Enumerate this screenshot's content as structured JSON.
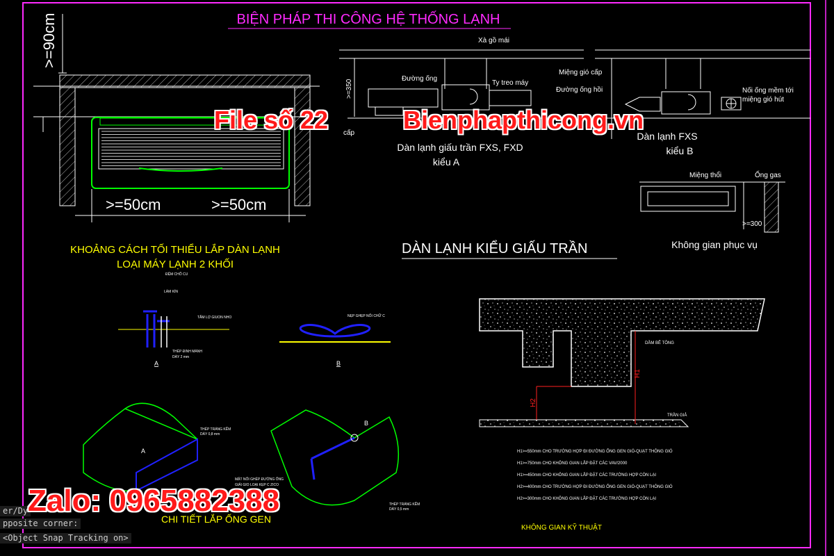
{
  "drawing": {
    "title": "BIỆN PHÁP THI CÔNG HỆ THỐNG LẠNH",
    "wall_unit": {
      "dim_top": ">=90cm",
      "dim_left": ">=50cm",
      "dim_right": ">=50cm",
      "caption_line1": "KHOẢNG CÁCH TỐI THIỂU LẮP DÀN LẠNH",
      "caption_line2": "LOẠI MÁY LẠNH 2 KHỐI"
    },
    "ducted_a": {
      "label_beam": "Xà gồ mái",
      "label_pipe": "Đường ống",
      "label_hanger": "Ty treo máy",
      "label_return": "Đường ống hồi",
      "dim_350": ">=350",
      "label_supply": "cấp",
      "caption_line1": "Dàn lạnh giấu trần FXS, FXD",
      "caption_line2": "kiểu A"
    },
    "ducted_b": {
      "label_supply_grille": "Miệng gió cấp",
      "label_flex": "Nối ống mềm tới",
      "label_flex2": "miệng gió hút",
      "caption_line1": "Dàn lạnh FXS",
      "caption_line2": "kiểu B"
    },
    "service": {
      "label_outlet": "Miệng thổi",
      "label_gas": "Ống gas",
      "dim_300": ">=300",
      "caption": "Không gian phục vụ"
    },
    "section_title": "DÀN LẠNH KIỂU GIẤU TRẦN",
    "duct_seam": {
      "label_top": "ĐỆM CHỐ CU",
      "label_pin": "LÀM KÍN",
      "label_flange": "TẤM LỢ GIUON NHO",
      "label_steel": "THÉP ĐINH MÀNH",
      "label_steel2": "DÀY 2 mm",
      "mark_a": "A",
      "mark_b": "B",
      "label_seam": "NẸP GHẸP NỐI CHỮ C"
    },
    "duct_iso": {
      "label_plate1": "THÉP TRÁNG KẼM",
      "label_plate1b": "DÀY 0,8 mm",
      "mark_a": "A",
      "mark_b": "B",
      "label_note1": "MẶT NỐI GHÉP ĐƯỜNG ỐNG",
      "label_note2": "GIẢI GIO LOẠI KẸP C ZICO",
      "label_plate2": "THÉP TRÁNG KẼM",
      "label_plate2b": "DÀY 0,5 mm",
      "caption": "CHI TIẾT LẮP ỐNG GEN"
    },
    "ceiling": {
      "label_beam": "DẦM BÊ TÔNG",
      "label_h1": "H1",
      "label_h2": "H2",
      "label_false_ceiling": "TRẦN GIẢ",
      "notes": [
        "H1>=550mm CHO TRƯỜNG HỢP ĐI ĐƯỜNG ỐNG GEN GIÓ-QUẠT THÔNG GIÓ",
        "H1>=750mm CHO KHÔNG GIAN LẮP ĐẶT CÁC VAV/2000",
        "H1>=450mm CHO KHÔNG GIAN LẮP ĐẶT CÁC TRƯỜNG HỢP CÒN LẠI",
        "H2>=400mm CHO TRƯỜNG HỢP ĐI ĐƯỜNG ỐNG GEN GIÓ-QUẠT THÔNG GIÓ",
        "H2>=300mm CHO KHÔNG GIAN LẮP ĐẶT CÁC TRƯỜNG HỢP CÒN LẠI"
      ],
      "caption": "KHÔNG GIAN KỸ THUẬT"
    }
  },
  "watermark": {
    "file": "File số 22",
    "site": "Bienphapthicong.vn",
    "zalo": "Zalo: 0965882388"
  },
  "command_line": {
    "line1": "er/Dy",
    "line2": "pposite corner:",
    "line3": "<Object Snap Tracking on>"
  },
  "colors": {
    "magenta": "#ff2aff",
    "yellow": "#ffff00",
    "green": "#00ff00",
    "blue": "#2020ff",
    "cyan": "#00ffff",
    "red": "#ff2020",
    "white": "#ffffff",
    "watermark_red": "#ff1a1a"
  }
}
